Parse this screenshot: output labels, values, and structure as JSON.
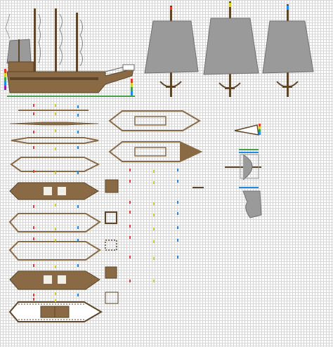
{
  "sheet": {
    "kind": "blueprint-grid"
  },
  "colors": {
    "grid": "#d6d6d6",
    "wood": "#8a6a45",
    "wood_dark": "#5e4528",
    "sail": "#9a9a9a",
    "sail_edge": "#6f6f6f",
    "rope": "#666666",
    "marker_red": "#e53935",
    "marker_yellow": "#d4cf2a",
    "marker_blue": "#1e88e5",
    "marker_green": "#43a047"
  },
  "components": [
    "ship-side-view",
    "mast-sail-front-views",
    "hull-layer-plans",
    "deck-layer-plans",
    "cabin-blocks",
    "sail-detail-pieces"
  ]
}
